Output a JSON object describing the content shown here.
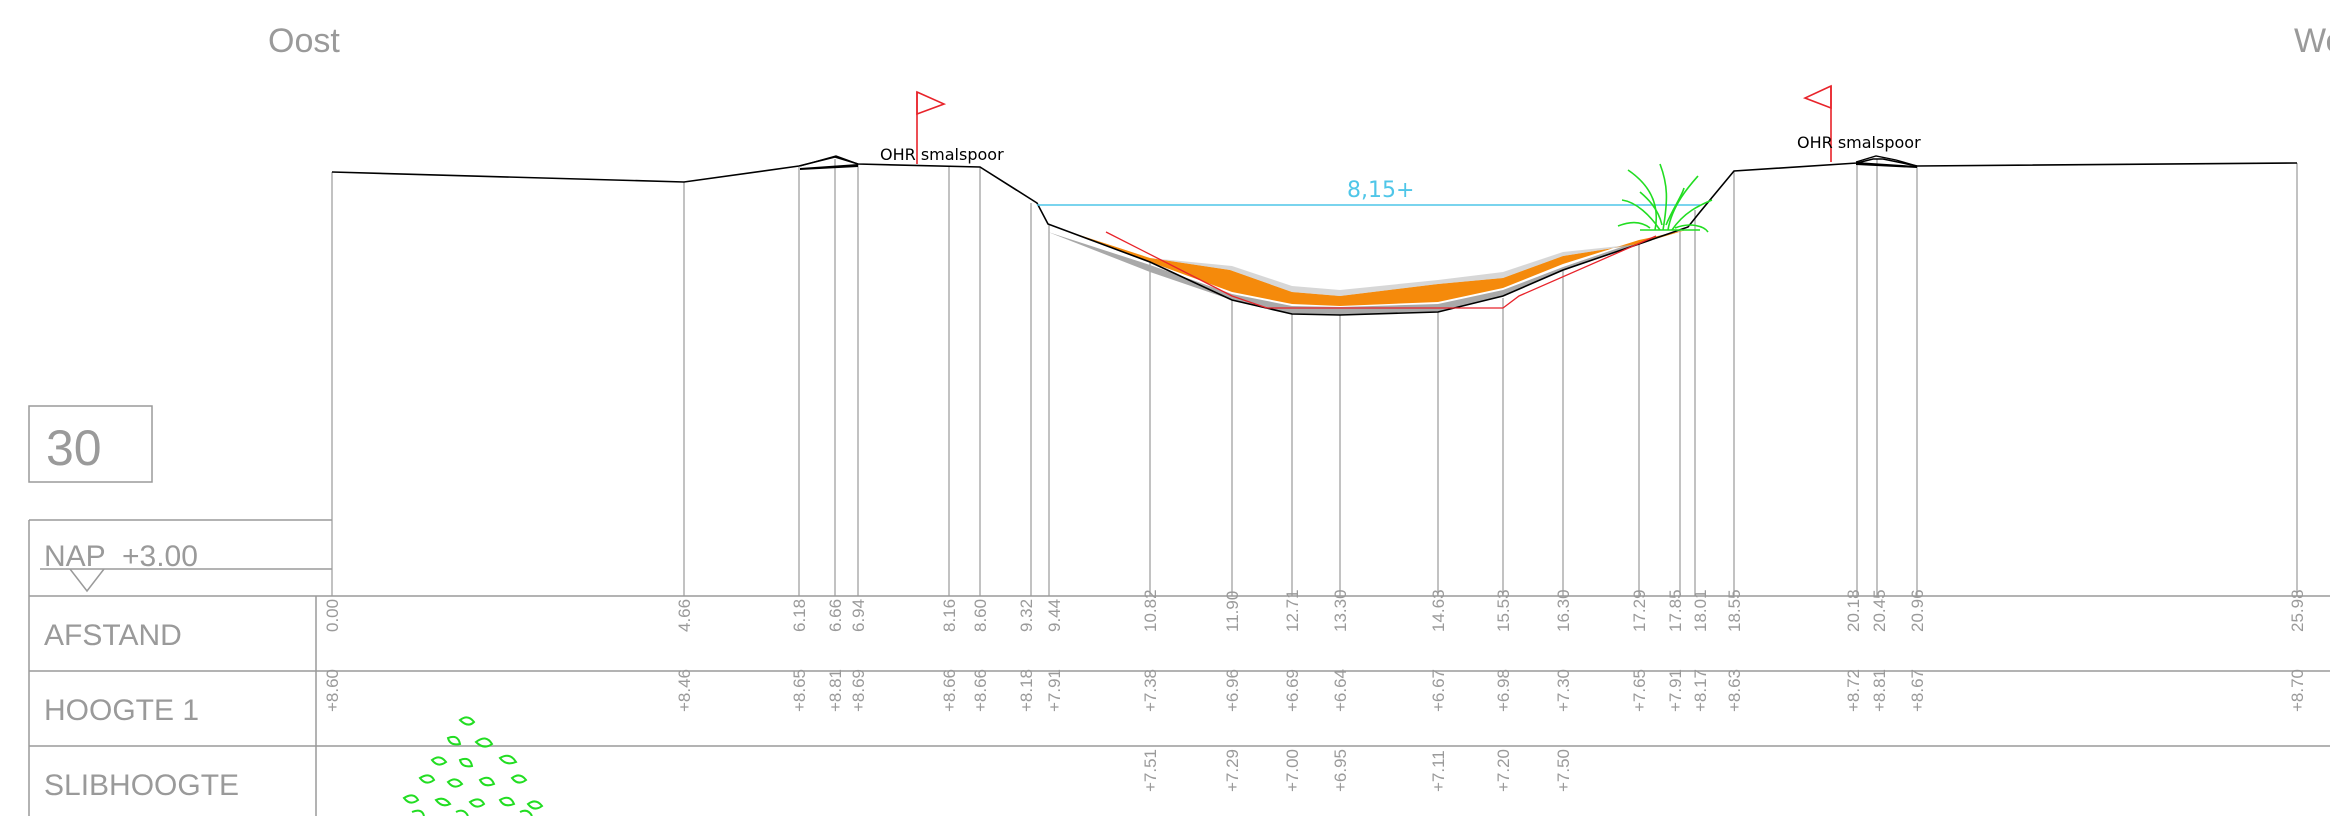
{
  "header": {
    "left": "Oost",
    "right": "West"
  },
  "profile_number": "30",
  "reference": {
    "datum": "NAP",
    "level": "+3.00"
  },
  "rows": {
    "distance": "AFSTAND",
    "height": "HOOGTE 1",
    "sludge": "SLIBHOOGTE"
  },
  "water_width": "8,15+",
  "structure_label": "OHR smalspoor",
  "distance_labels": [
    "0.00",
    "4.66",
    "6.18",
    "6.66",
    "6.94",
    "8.16",
    "8.60",
    "9.32",
    "9.44",
    "10.82",
    "11.90",
    "12.71",
    "13.30",
    "14.63",
    "15.53",
    "16.30",
    "17.29",
    "17.85",
    "18.01",
    "18.55",
    "20.18",
    "20.45",
    "20.96",
    "25.98"
  ],
  "height_labels": [
    "+8.60",
    "+8.46",
    "+8.65",
    "+8.81",
    "+8.69",
    "+8.66",
    "+8.66",
    "+8.18",
    "+7.91",
    "+7.38",
    "+6.96",
    "+6.69",
    "+6.64",
    "+6.67",
    "+6.98",
    "+7.30",
    "+7.65",
    "+7.91",
    "+8.17",
    "+8.63",
    "+8.72",
    "+8.81",
    "+8.67",
    "+8.70"
  ],
  "sludge_labels": [
    "+7.51",
    "+7.29",
    "+7.00",
    "+6.95",
    "+7.11",
    "+7.20",
    "+7.50"
  ],
  "colors": {
    "profile": "#000000",
    "water": "#4fc6e8",
    "sludge": "#f58a0b",
    "bottom": "#a9a9a9",
    "flag": "#e8232a",
    "plant": "#22dd22",
    "grid": "#9a9a9a"
  }
}
